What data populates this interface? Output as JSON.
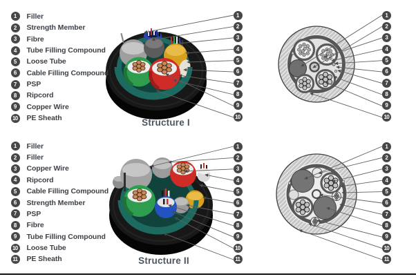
{
  "structure1": {
    "title": "Structure I",
    "legend": [
      {
        "num": "1",
        "label": "Filler"
      },
      {
        "num": "2",
        "label": "Strength Member"
      },
      {
        "num": "3",
        "label": "Fibre"
      },
      {
        "num": "4",
        "label": "Tube Filling Compound"
      },
      {
        "num": "5",
        "label": "Loose Tube"
      },
      {
        "num": "6",
        "label": "Cable Filling Compound"
      },
      {
        "num": "7",
        "label": "PSP"
      },
      {
        "num": "8",
        "label": "Ripcord"
      },
      {
        "num": "9",
        "label": "Copper Wire"
      },
      {
        "num": "10",
        "label": "PE Sheath"
      }
    ]
  },
  "structure2": {
    "title": "Structure II",
    "legend": [
      {
        "num": "1",
        "label": "Filler"
      },
      {
        "num": "2",
        "label": "Filler"
      },
      {
        "num": "3",
        "label": "Copper Wire"
      },
      {
        "num": "4",
        "label": "Ripcord"
      },
      {
        "num": "5",
        "label": "Cable Filling Compound"
      },
      {
        "num": "6",
        "label": "Strength Member"
      },
      {
        "num": "7",
        "label": "PSP"
      },
      {
        "num": "8",
        "label": "Fibre"
      },
      {
        "num": "9",
        "label": "Tube Filling Compound"
      },
      {
        "num": "10",
        "label": "Loose Tube"
      },
      {
        "num": "11",
        "label": "PE Sheath"
      }
    ]
  },
  "colors": {
    "badge_bg": "#474747",
    "badge_text": "#ffffff",
    "legend_text": "#3d4248",
    "title_text": "#4a5560",
    "callout_line": "#606060",
    "sheath_black": "#181818",
    "ring_teal": "#1d6a60",
    "tube_green": "#2e9e4e",
    "tube_red": "#cf2b27",
    "tube_yellow": "#d8a01f",
    "tube_blue": "#2353c0",
    "fibre_copper": "#c9895a",
    "xs_pe_sheath_gray": "#c6c6c6",
    "xs_psp_gray": "#565656",
    "divider_black": "#111111"
  }
}
